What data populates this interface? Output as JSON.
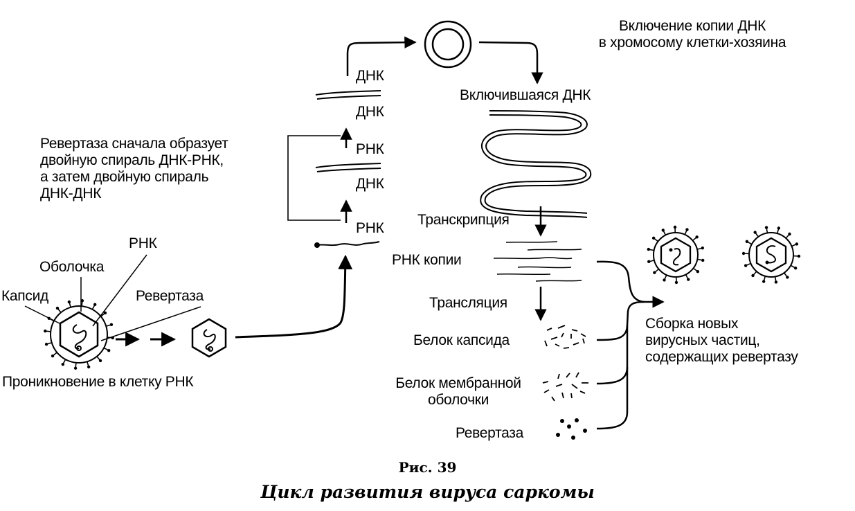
{
  "figure": {
    "number_label": "Рис. 39",
    "title": "Цикл развития вируса саркомы"
  },
  "diagram": {
    "type": "biological-process-cycle",
    "subject": "Sarcoma virus (retrovirus) life cycle",
    "virion_labels": {
      "rna": "РНК",
      "envelope": "Оболочка",
      "capsid": "Капсид",
      "revertase": "Ревертаза"
    },
    "entry_label": "Проникновение в клетку РНК",
    "reverse_transcription_note": "Ревертаза сначала образует\nдвойную спираль ДНК-РНК,\nа затем двойную спираль\nДНК-ДНК",
    "strand_labels": [
      "РНК",
      "ДНК",
      "РНК",
      "ДНК",
      "ДНК"
    ],
    "integration_note": "Включение копии ДНК\nв хромосому клетки-хозяина",
    "integrated_dna_label": "Включившаяся ДНК",
    "transcription_label": "Транскрипция",
    "rna_copies_label": "РНК копии",
    "translation_label": "Трансляция",
    "products": [
      {
        "label": "Белок капсида",
        "icon": "capsid-protein-fragments-icon"
      },
      {
        "label": "Белок мембранной\nоболочки",
        "icon": "membrane-protein-fragments-icon"
      },
      {
        "label": "Ревертаза",
        "icon": "revertase-dots-icon"
      }
    ],
    "assembly_label": "Сборка новых\nвирусных частиц,\nсодержащих ревертазу",
    "nodes": [
      "virion",
      "uncoated-capsid",
      "viral-rna",
      "rna-dna-hybrid",
      "dna-dna-duplex",
      "circular-dna",
      "integrated-dna",
      "rna-copies",
      "capsid-protein",
      "membrane-protein",
      "revertase",
      "new-virions"
    ],
    "edges": [
      [
        "virion",
        "uncoated-capsid"
      ],
      [
        "uncoated-capsid",
        "viral-rna"
      ],
      [
        "viral-rna",
        "rna-dna-hybrid"
      ],
      [
        "rna-dna-hybrid",
        "dna-dna-duplex"
      ],
      [
        "dna-dna-duplex",
        "circular-dna"
      ],
      [
        "circular-dna",
        "integrated-dna"
      ],
      [
        "integrated-dna",
        "rna-copies"
      ],
      [
        "rna-copies",
        "capsid-protein"
      ],
      [
        "rna-copies",
        "membrane-protein"
      ],
      [
        "rna-copies",
        "revertase"
      ],
      [
        "rna-copies",
        "new-virions"
      ],
      [
        "capsid-protein",
        "new-virions"
      ],
      [
        "membrane-protein",
        "new-virions"
      ],
      [
        "revertase",
        "new-virions"
      ]
    ]
  }
}
